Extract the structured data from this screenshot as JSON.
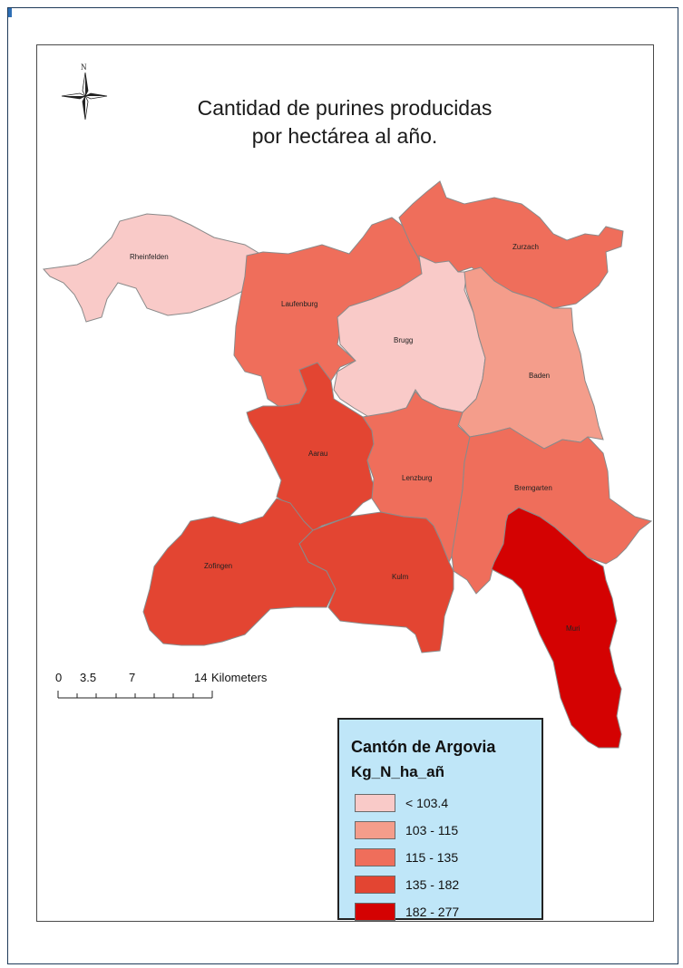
{
  "title": {
    "line1": "Cantidad de purines  producidas",
    "line2": "por hectárea al año."
  },
  "north_arrow": {
    "label": "N",
    "icon": "north-arrow-icon"
  },
  "legend": {
    "title": "Cantón de Argovia",
    "field": "Kg_N_ha_añ",
    "classes": [
      {
        "label": "< 103.4",
        "color": "#f9cac8"
      },
      {
        "label": "103 - 115",
        "color": "#f49d8b"
      },
      {
        "label": "115 - 135",
        "color": "#ef6e5b"
      },
      {
        "label": "135 - 182",
        "color": "#e34532"
      },
      {
        "label": "182 - 277",
        "color": "#d40202"
      }
    ]
  },
  "districts": [
    {
      "name": "Rheinfelden",
      "class": 0
    },
    {
      "name": "Laufenburg",
      "class": 2
    },
    {
      "name": "Zurzach",
      "class": 2
    },
    {
      "name": "Brugg",
      "class": 0
    },
    {
      "name": "Baden",
      "class": 1
    },
    {
      "name": "Aarau",
      "class": 3
    },
    {
      "name": "Lenzburg",
      "class": 2
    },
    {
      "name": "Bremgarten",
      "class": 2
    },
    {
      "name": "Zofingen",
      "class": 3
    },
    {
      "name": "Kulm",
      "class": 3
    },
    {
      "name": "Muri",
      "class": 4
    }
  ],
  "scale_bar": {
    "ticks": [
      "0",
      "3.5",
      "7",
      "14"
    ],
    "unit": "Kilometers"
  }
}
